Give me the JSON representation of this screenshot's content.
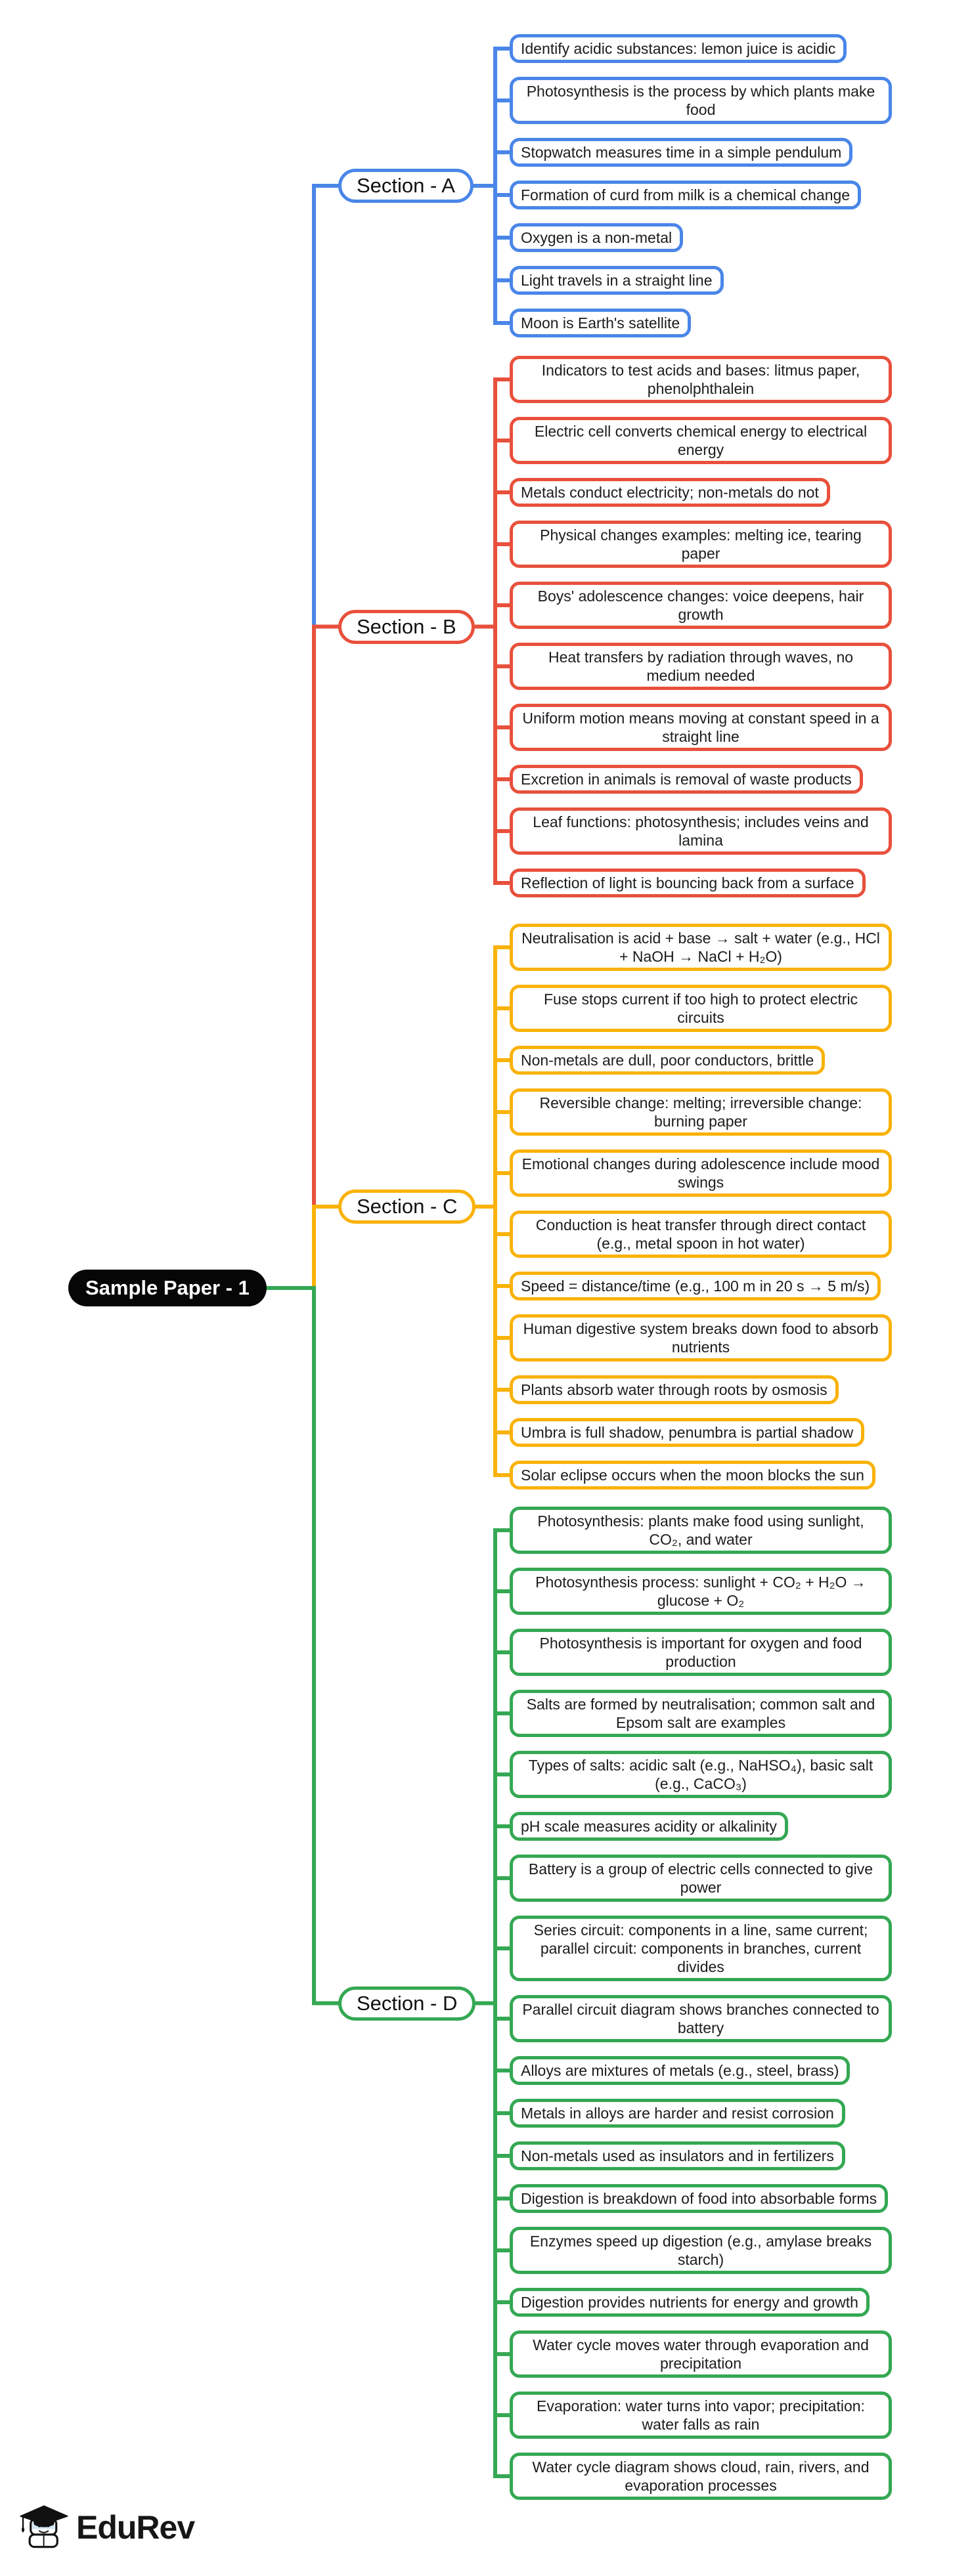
{
  "root": {
    "label": "Sample Paper - 1",
    "bg_color": "#060606",
    "text_color": "#ffffff"
  },
  "palette": {
    "section_a": "#4a86e8",
    "section_b": "#e8503c",
    "section_c": "#f9b208",
    "section_d": "#34a853",
    "root_bg": "#060606"
  },
  "sections": [
    {
      "id": "a",
      "label": "Section - A",
      "color": "#4a86e8",
      "items": [
        "Identify acidic substances: lemon juice is acidic",
        "Photosynthesis is the process by which plants make food",
        "Stopwatch measures time in a simple pendulum",
        "Formation of curd from milk is a chemical change",
        "Oxygen is a non-metal",
        "Light travels in a straight line",
        "Moon is Earth's satellite"
      ]
    },
    {
      "id": "b",
      "label": "Section - B",
      "color": "#e8503c",
      "items": [
        "Indicators to test acids and bases: litmus paper, phenolphthalein",
        "Electric cell converts chemical energy to electrical energy",
        "Metals conduct electricity; non-metals do not",
        "Physical changes examples: melting ice, tearing paper",
        "Boys' adolescence changes: voice deepens, hair growth",
        "Heat transfers by radiation through waves, no medium needed",
        "Uniform motion means moving at constant speed in a straight line",
        "Excretion in animals is removal of waste products",
        "Leaf functions: photosynthesis; includes veins and lamina",
        "Reflection of light is bouncing back from a surface"
      ]
    },
    {
      "id": "c",
      "label": "Section - C",
      "color": "#f9b208",
      "items": [
        "Neutralisation is acid + base → salt + water (e.g., HCl + NaOH → NaCl + H₂O)",
        "Fuse stops current if too high to protect electric circuits",
        "Non-metals are dull, poor conductors, brittle",
        "Reversible change: melting; irreversible change: burning paper",
        "Emotional changes during adolescence include mood swings",
        "Conduction is heat transfer through direct contact (e.g., metal spoon in hot water)",
        "Speed = distance/time (e.g., 100 m in 20 s → 5 m/s)",
        "Human digestive system breaks down food to absorb nutrients",
        "Plants absorb water through roots by osmosis",
        "Umbra is full shadow, penumbra is partial shadow",
        "Solar eclipse occurs when the moon blocks the sun"
      ]
    },
    {
      "id": "d",
      "label": "Section - D",
      "color": "#34a853",
      "items": [
        "Photosynthesis: plants make food using sunlight, CO₂, and water",
        "Photosynthesis process: sunlight + CO₂ + H₂O → glucose + O₂",
        "Photosynthesis is important for oxygen and food production",
        "Salts are formed by neutralisation; common salt and Epsom salt are examples",
        "Types of salts: acidic salt (e.g., NaHSO₄), basic salt (e.g., CaCO₃)",
        "pH scale measures acidity or alkalinity",
        "Battery is a group of electric cells connected to give power",
        "Series circuit: components in a line, same current; parallel circuit: components in branches, current divides",
        "Parallel circuit diagram shows branches connected to battery",
        "Alloys are mixtures of metals (e.g., steel, brass)",
        "Metals in alloys are harder and resist corrosion",
        "Non-metals used as insulators and in fertilizers",
        "Digestion is breakdown of food into absorbable forms",
        "Enzymes speed up digestion (e.g., amylase breaks starch)",
        "Digestion provides nutrients for energy and growth",
        "Water cycle moves water through evaporation and precipitation",
        "Evaporation: water turns into vapor; precipitation: water falls as rain",
        "Water cycle diagram shows cloud, rain, rivers, and evaporation processes"
      ]
    }
  ],
  "footer": {
    "brand": "EduRev"
  }
}
